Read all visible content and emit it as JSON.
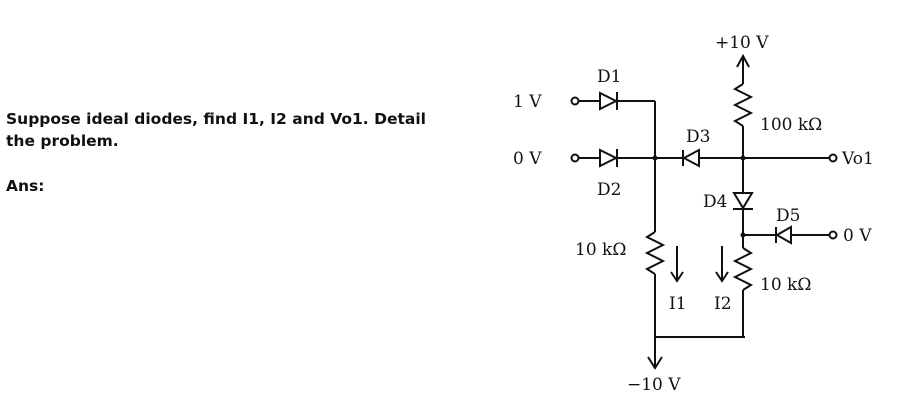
{
  "question": {
    "text": "Suppose ideal diodes, find I1, I2 and Vo1. Detail the problem.",
    "answer_label": "Ans:"
  },
  "circuit": {
    "supply_top": "+10 V",
    "supply_bottom": "−10 V",
    "input1": "1 V",
    "input2": "0 V",
    "input5": "0 V",
    "output": "Vo1",
    "diode_labels": [
      "D1",
      "D2",
      "D3",
      "D4",
      "D5"
    ],
    "resistor_top": "100 kΩ",
    "resistor_left": "10 kΩ",
    "resistor_right": "10 kΩ",
    "current1": "I1",
    "current2": "I2"
  }
}
